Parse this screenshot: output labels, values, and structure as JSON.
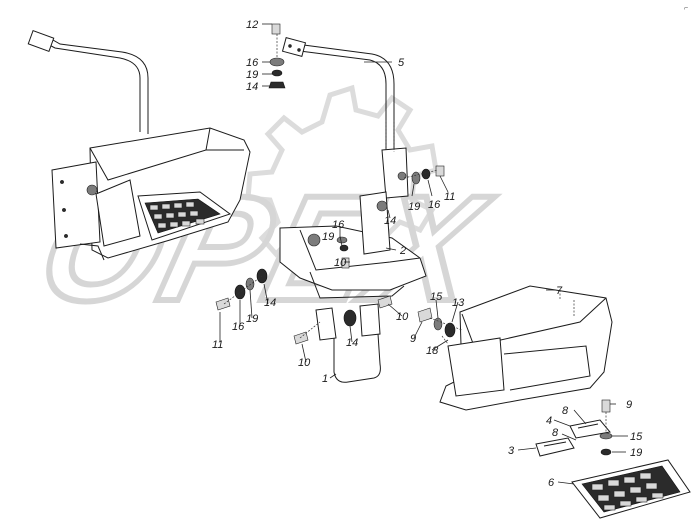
{
  "watermark": "OPEX",
  "corner_mark": "⌐",
  "callouts": [
    {
      "id": "c-12a",
      "text": "12"
    },
    {
      "id": "c-16a",
      "text": "16"
    },
    {
      "id": "c-19a",
      "text": "19"
    },
    {
      "id": "c-14a",
      "text": "14"
    },
    {
      "id": "c-5",
      "text": "5"
    },
    {
      "id": "c-19b",
      "text": "19"
    },
    {
      "id": "c-16b",
      "text": "16"
    },
    {
      "id": "c-11a",
      "text": "11"
    },
    {
      "id": "c-14b",
      "text": "14"
    },
    {
      "id": "c-16c",
      "text": "16"
    },
    {
      "id": "c-19c",
      "text": "19"
    },
    {
      "id": "c-2",
      "text": "2"
    },
    {
      "id": "c-10a",
      "text": "10"
    },
    {
      "id": "c-7",
      "text": "7"
    },
    {
      "id": "c-15a",
      "text": "15"
    },
    {
      "id": "c-13",
      "text": "13"
    },
    {
      "id": "c-14c",
      "text": "14"
    },
    {
      "id": "c-19d",
      "text": "19"
    },
    {
      "id": "c-16d",
      "text": "16"
    },
    {
      "id": "c-11b",
      "text": "11"
    },
    {
      "id": "c-14d",
      "text": "14"
    },
    {
      "id": "c-10b",
      "text": "10"
    },
    {
      "id": "c-9a",
      "text": "9"
    },
    {
      "id": "c-18",
      "text": "18"
    },
    {
      "id": "c-10c",
      "text": "10"
    },
    {
      "id": "c-1",
      "text": "1"
    },
    {
      "id": "c-8a",
      "text": "8"
    },
    {
      "id": "c-9b",
      "text": "9"
    },
    {
      "id": "c-4",
      "text": "4"
    },
    {
      "id": "c-8b",
      "text": "8"
    },
    {
      "id": "c-15b",
      "text": "15"
    },
    {
      "id": "c-3",
      "text": "3"
    },
    {
      "id": "c-19e",
      "text": "19"
    },
    {
      "id": "c-6",
      "text": "6"
    }
  ]
}
